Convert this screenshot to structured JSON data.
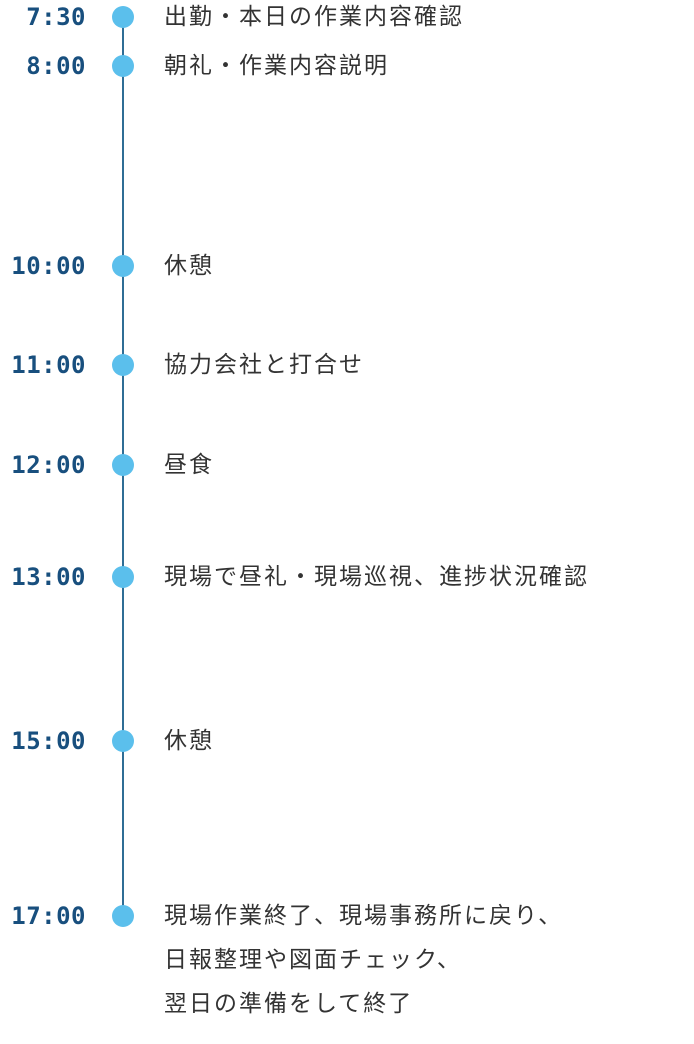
{
  "schedule": [
    {
      "time": "7:30",
      "lines": [
        "出勤・本日の作業内容確認"
      ]
    },
    {
      "time": "8:00",
      "lines": [
        "朝礼・作業内容説明"
      ]
    },
    {
      "time": "10:00",
      "lines": [
        "休憩"
      ]
    },
    {
      "time": "11:00",
      "lines": [
        "協力会社と打合せ"
      ]
    },
    {
      "time": "12:00",
      "lines": [
        "昼食"
      ]
    },
    {
      "time": "13:00",
      "lines": [
        "現場で昼礼・現場巡視、進捗状況確認"
      ]
    },
    {
      "time": "15:00",
      "lines": [
        "休憩"
      ]
    },
    {
      "time": "17:00",
      "lines": [
        "現場作業終了、現場事務所に戻り、",
        "日報整理や図面チェック、",
        "翌日の準備をして終了"
      ]
    }
  ],
  "colors": {
    "time_text": "#184f7e",
    "dot": "#5bbfec",
    "line": "#2f6d95",
    "description": "#333333"
  }
}
